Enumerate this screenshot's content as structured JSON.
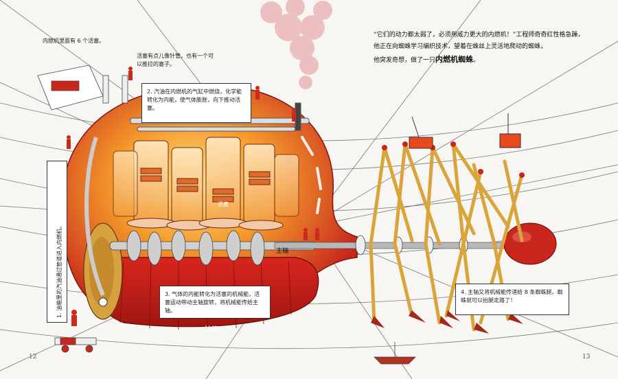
{
  "notes": {
    "pistons_count": "内燃机里面有 6 个活塞。",
    "piston_shape": "活塞有点儿像针管，也有一个可以推拉的塞子。"
  },
  "steps": {
    "step1": "1. 油箱里的汽油通过管道进入内燃机。",
    "step2": "2. 汽油在内燃机的气缸中燃烧，化学能转化为内能，使气体膨胀，向下推动活塞。",
    "step3": "3. 气体的内能转化为活塞的机械能，活塞运动带动主轴旋转，将机械能传给主轴。",
    "step4": "4. 主轴又将机械能传递给 8 条蜘蛛腿，蜘蛛就可以抬腿走路了！"
  },
  "story": {
    "line1": "“它们的动力都太弱了，必须用威力更大的内燃机！”工程师奇奇红性格急躁，",
    "line2": "他正在向蜘蛛学习编织技术，望着在蛛丝上灵活地爬动的蜘蛛，",
    "line3_prefix": "他突发奇想，做了一只",
    "line3_bold": "内燃机蜘蛛",
    "line3_suffix": "。"
  },
  "labels": {
    "piston": "活塞",
    "main_shaft": "主轴",
    "fuel_tank": "油箱"
  },
  "page_numbers": {
    "left": "12",
    "right": "13"
  }
}
